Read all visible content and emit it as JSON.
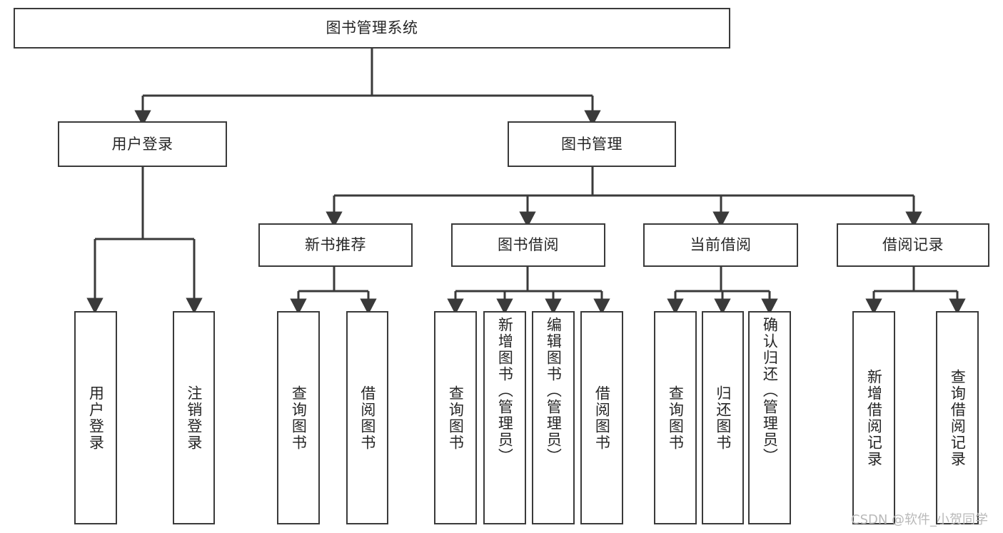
{
  "diagram": {
    "type": "tree-hierarchy",
    "title": "图书管理系统",
    "orientation": "top-down",
    "style": {
      "box_border_color": "#3a3a3a",
      "box_fill_color": "#ffffff",
      "edge_color": "#3a3a3a",
      "text_color": "#262626",
      "background": "#ffffff"
    },
    "levels": [
      {
        "level": 0,
        "nodes": [
          {
            "id": "root",
            "label": "图书管理系统",
            "text_orientation": "horizontal"
          }
        ]
      },
      {
        "level": 1,
        "nodes": [
          {
            "id": "login",
            "label": "用户登录",
            "parent": "root",
            "text_orientation": "horizontal"
          },
          {
            "id": "bookmgmt",
            "label": "图书管理",
            "parent": "root",
            "text_orientation": "horizontal"
          }
        ]
      },
      {
        "level": 2,
        "nodes": [
          {
            "id": "newbook",
            "label": "新书推荐",
            "parent": "bookmgmt",
            "text_orientation": "horizontal"
          },
          {
            "id": "borrow",
            "label": "图书借阅",
            "parent": "bookmgmt",
            "text_orientation": "horizontal"
          },
          {
            "id": "current",
            "label": "当前借阅",
            "parent": "bookmgmt",
            "text_orientation": "horizontal"
          },
          {
            "id": "records",
            "label": "借阅记录",
            "parent": "bookmgmt",
            "text_orientation": "horizontal"
          }
        ]
      },
      {
        "level": 3,
        "nodes": [
          {
            "id": "leaf1",
            "label": "用户登录",
            "parent": "login",
            "text_orientation": "vertical"
          },
          {
            "id": "leaf2",
            "label": "注销登录",
            "parent": "login",
            "text_orientation": "vertical"
          },
          {
            "id": "leaf3",
            "label": "查询图书",
            "parent": "newbook",
            "text_orientation": "vertical"
          },
          {
            "id": "leaf4",
            "label": "借阅图书",
            "parent": "newbook",
            "text_orientation": "vertical"
          },
          {
            "id": "leaf5",
            "label": "查询图书",
            "parent": "borrow",
            "text_orientation": "vertical"
          },
          {
            "id": "leaf6",
            "label": "新增图书（管理员）",
            "parent": "borrow",
            "text_orientation": "vertical"
          },
          {
            "id": "leaf7",
            "label": "编辑图书（管理员）",
            "parent": "borrow",
            "text_orientation": "vertical"
          },
          {
            "id": "leaf8",
            "label": "借阅图书",
            "parent": "borrow",
            "text_orientation": "vertical"
          },
          {
            "id": "leaf9",
            "label": "查询图书",
            "parent": "current",
            "text_orientation": "vertical"
          },
          {
            "id": "leaf10",
            "label": "归还图书",
            "parent": "current",
            "text_orientation": "vertical"
          },
          {
            "id": "leaf11",
            "label": "确认归还（管理员）",
            "parent": "current",
            "text_orientation": "vertical"
          },
          {
            "id": "leaf12",
            "label": "新增借阅记录",
            "parent": "records",
            "text_orientation": "vertical"
          },
          {
            "id": "leaf13",
            "label": "查询借阅记录",
            "parent": "records",
            "text_orientation": "vertical"
          }
        ]
      }
    ]
  },
  "watermark": {
    "text": "CSDN @软件_小贺同学"
  }
}
